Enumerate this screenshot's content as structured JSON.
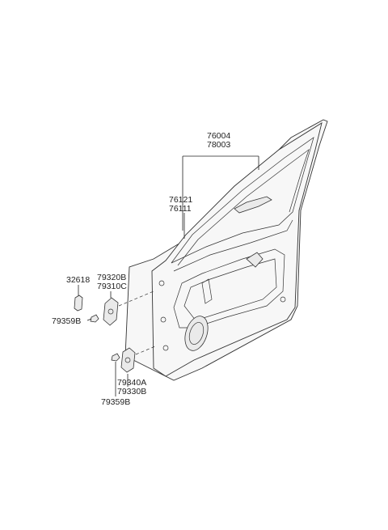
{
  "labels": {
    "door_a": "76004",
    "door_b": "78003",
    "panel_a": "76121",
    "panel_b": "76111",
    "bolt": "32618",
    "upper_hinge_a": "79320B",
    "upper_hinge_b": "79310C",
    "upper_bolt": "79359B",
    "lower_hinge_a": "79340A",
    "lower_hinge_b": "79330B",
    "lower_bolt": "79359B"
  }
}
